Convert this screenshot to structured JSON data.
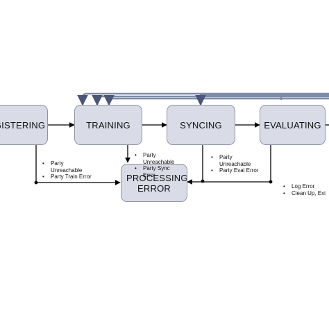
{
  "nodes": {
    "registering": {
      "label": "GISTERING"
    },
    "training": {
      "label": "TRAINING"
    },
    "syncing": {
      "label": "SYNCING"
    },
    "evaluating": {
      "label": "EVALUATING"
    },
    "processing_error": {
      "label": "PROCESSING ERROR"
    }
  },
  "notes": {
    "registering_errors": [
      "Party Unreachable",
      "Party Train Error"
    ],
    "training_errors": [
      "Party Unreachable",
      "Party Sync Error"
    ],
    "syncing_errors": [
      "Party Unreachable",
      "Party Eval Error"
    ],
    "evaluating_actions": [
      "Log Error",
      "Clean Up, Exi"
    ]
  },
  "colors": {
    "node_fill": "#d9dce6",
    "node_border": "#8d93a4",
    "feedback_line": "#7f8ba8",
    "arrow": "#000000"
  }
}
